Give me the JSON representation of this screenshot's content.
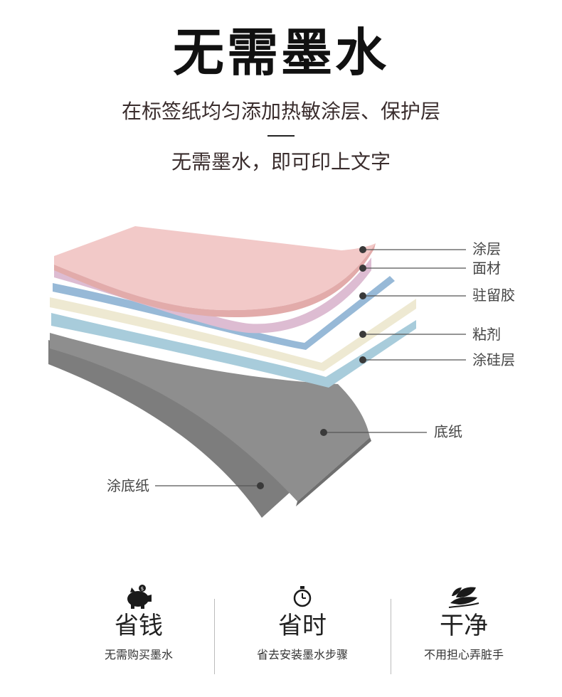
{
  "header": {
    "title": "无需墨水",
    "subtitle_1": "在标签纸均匀添加热敏涂层、保护层",
    "subtitle_2": "无需墨水，即可印上文字"
  },
  "diagram": {
    "layer_colors": {
      "coating": "#f2c9c8",
      "face_material": "#ddbcd2",
      "retention_glue": "#97b9d7",
      "adhesive": "#eee9d2",
      "silicone": "#a8ccdb",
      "base_paper": "#8e8e8e",
      "coated_base_paper": "#7d7d7d"
    },
    "labels": {
      "coating": "涂层",
      "face_material": "面材",
      "retention_glue": "驻留胶",
      "adhesive": "粘剂",
      "silicone": "涂硅层",
      "base_paper": "底纸",
      "coated_base_paper": "涂底纸"
    }
  },
  "features": [
    {
      "icon": "piggy-bank-icon",
      "name": "省钱",
      "desc": "无需购买墨水"
    },
    {
      "icon": "stopwatch-icon",
      "name": "省时",
      "desc": "省去安装墨水步骤"
    },
    {
      "icon": "leaf-hand-icon",
      "name": "干净",
      "desc": "不用担心弄脏手"
    }
  ]
}
